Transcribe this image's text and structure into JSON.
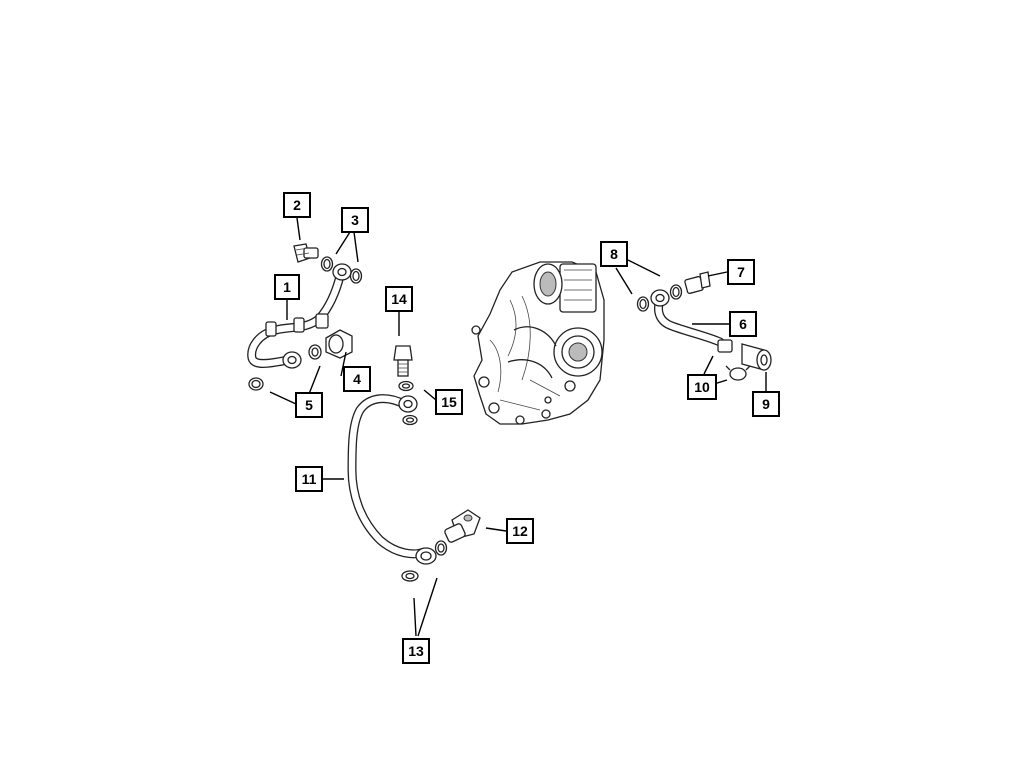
{
  "callouts": [
    {
      "id": "1",
      "label": "1"
    },
    {
      "id": "2",
      "label": "2"
    },
    {
      "id": "3",
      "label": "3"
    },
    {
      "id": "4",
      "label": "4"
    },
    {
      "id": "5",
      "label": "5"
    },
    {
      "id": "6",
      "label": "6"
    },
    {
      "id": "7",
      "label": "7"
    },
    {
      "id": "8",
      "label": "8"
    },
    {
      "id": "9",
      "label": "9"
    },
    {
      "id": "10",
      "label": "10"
    },
    {
      "id": "11",
      "label": "11"
    },
    {
      "id": "12",
      "label": "12"
    },
    {
      "id": "13",
      "label": "13"
    },
    {
      "id": "14",
      "label": "14"
    },
    {
      "id": "15",
      "label": "15"
    }
  ],
  "colors": {
    "line": "#000000",
    "background": "#ffffff",
    "shade": "#bbbbbb"
  }
}
